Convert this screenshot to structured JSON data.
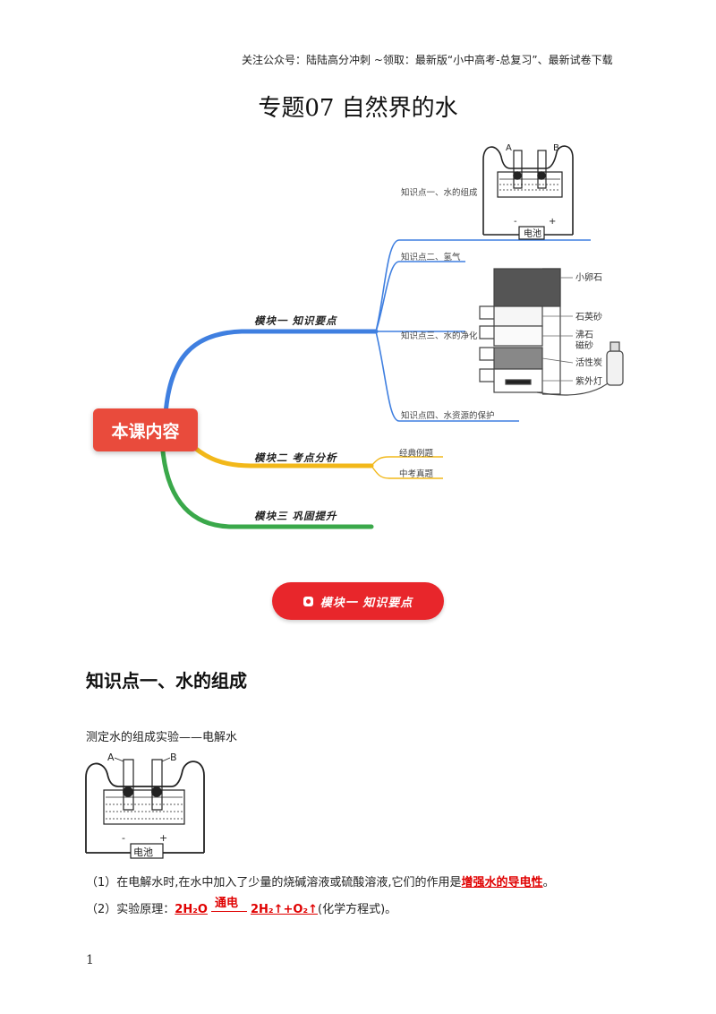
{
  "header": {
    "note": "关注公众号：陆陆高分冲刺   ~领取：最新版“小中高考-总复习”、最新试卷下载"
  },
  "title": "专题07  自然界的水",
  "mindmap": {
    "center": "本课内容",
    "modules": [
      {
        "label": "模块一  知识要点",
        "color": "#3f7fe0",
        "items": [
          "知识点一、水的组成",
          "知识点二、氢气",
          "知识点三、水的净化",
          "知识点四、水资源的保护"
        ]
      },
      {
        "label": "模块二  考点分析",
        "color": "#f2b81a",
        "items": [
          "经典例题",
          "中考真题"
        ]
      },
      {
        "label": "模块三  巩固提升",
        "color": "#3aa84a",
        "items": []
      }
    ],
    "electrolysis": {
      "label_a": "A",
      "label_b": "B",
      "battery": "电池",
      "minus": "-",
      "plus": "+"
    },
    "filter_labels": [
      "小卵石",
      "石英砂",
      "沸石",
      "磁砂",
      "活性炭",
      "紫外灯"
    ]
  },
  "badge": {
    "label": "模块一  知识要点"
  },
  "section": {
    "heading": "知识点一、水的组成",
    "intro": "测定水的组成实验——电解水",
    "figure": {
      "label_a": "A",
      "label_b": "B",
      "battery": "电池",
      "minus": "-",
      "plus": "+"
    },
    "p1": {
      "prefix": "（1）在电解水时,在水中加入了少量的烧碱溶液或硫酸溶液,它们的作用是",
      "answer": "增强水的导电性",
      "suffix": "。"
    },
    "p2": {
      "prefix": "（2）实验原理：",
      "reactant": "2H₂O",
      "condition": "通电",
      "products": "2H₂↑+O₂↑",
      "suffix": "(化学方程式)。"
    }
  },
  "page_number": "1"
}
